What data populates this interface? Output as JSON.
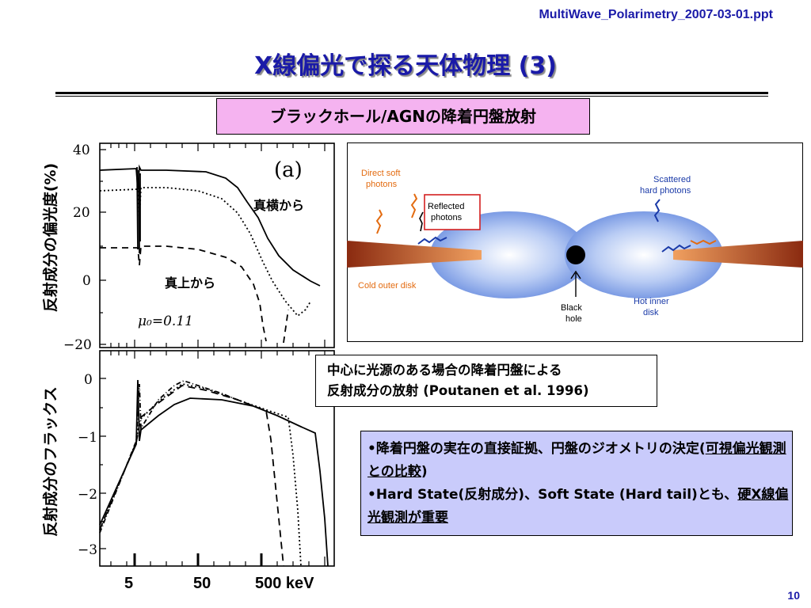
{
  "header": {
    "filename": "MultiWave_Polarimetry_2007-03-01.ppt",
    "title": "X線偏光で探る天体物理 (3)"
  },
  "section_label": "ブラックホール/AGNの降着円盤放射",
  "plot": {
    "ylabel_top": "反射成分の偏光度(%)",
    "ylabel_bottom": "反射成分のフラックス",
    "panel_label": "(a)",
    "annot_side": "真横から",
    "annot_top": "真上から",
    "mu_label": "μ₀=0.11",
    "top_yticks": [
      "40",
      "20",
      "0",
      "−20"
    ],
    "bottom_yticks": [
      "0",
      "−1",
      "−2",
      "−3"
    ],
    "xticks": [
      "5",
      "50",
      "500 keV"
    ]
  },
  "diagram": {
    "direct_soft": [
      "Direct soft",
      "photons"
    ],
    "reflected": [
      "Reflected",
      "photons"
    ],
    "scattered": [
      "Scattered",
      "hard photons"
    ],
    "cold_disk": "Cold outer disk",
    "black_hole": [
      "Black",
      "hole"
    ],
    "hot_disk": [
      "Hot inner",
      "disk"
    ]
  },
  "caption": {
    "line1": "中心に光源のある場合の降着円盤による",
    "line2": "反射成分の放射 (Poutanen et al. 1996)"
  },
  "notes": {
    "b1_prefix": "•降着円盤の実在の直接証拠、円盤のジオメトリの決定(",
    "b1_ul": "可視偏光観測との比較",
    "b1_suffix": ")",
    "b2_prefix": "•Hard State(反射成分)、Soft State (Hard tail)とも、",
    "b2_ul": "硬X線偏光観測が重要"
  },
  "page_number": "10",
  "colors": {
    "title_blue": "#1a1aa8",
    "pink_box": "#f5b3f0",
    "blue_box": "#c9cbfb",
    "diagram_text": "#e36b10",
    "diagram_blue": "#1a3aa8"
  }
}
